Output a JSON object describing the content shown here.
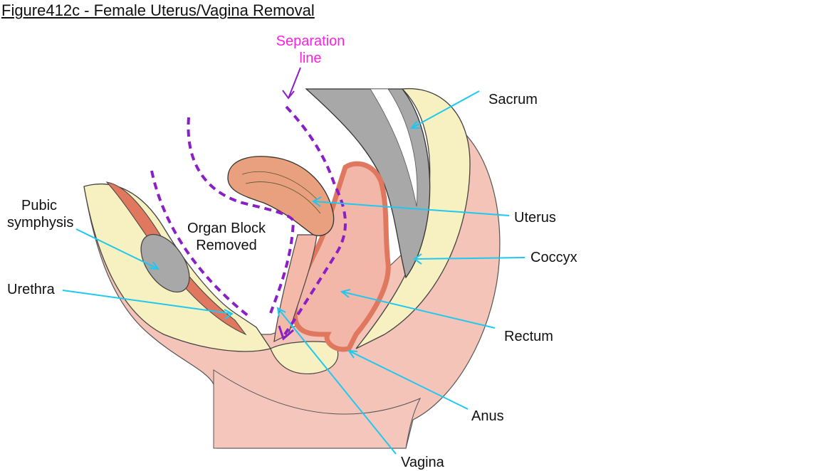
{
  "figure": {
    "title": "Figure412c - Female Uterus/Vagina Removal"
  },
  "annotations": {
    "separation_line": [
      "Separation",
      "line"
    ],
    "organ_block": [
      "Organ Block",
      "Removed"
    ]
  },
  "labels": [
    {
      "id": "sacrum",
      "text": "Sacrum"
    },
    {
      "id": "uterus",
      "text": "Uterus"
    },
    {
      "id": "coccyx",
      "text": "Coccyx"
    },
    {
      "id": "rectum",
      "text": "Rectum"
    },
    {
      "id": "anus",
      "text": "Anus"
    },
    {
      "id": "vagina",
      "text": "Vagina"
    },
    {
      "id": "urethra",
      "text": "Urethra"
    },
    {
      "id": "pubic_symphysis",
      "text": [
        "Pubic",
        "symphysis"
      ]
    }
  ],
  "colors": {
    "leader_line": "#1ec8f0",
    "separation_line": "#8a1fc8",
    "annotation_text": "#ff1fe0",
    "skin": "#f4c4b8",
    "fat": "#f7f0c0",
    "muscle": "#e07860",
    "bone": "#a8a8a8"
  }
}
